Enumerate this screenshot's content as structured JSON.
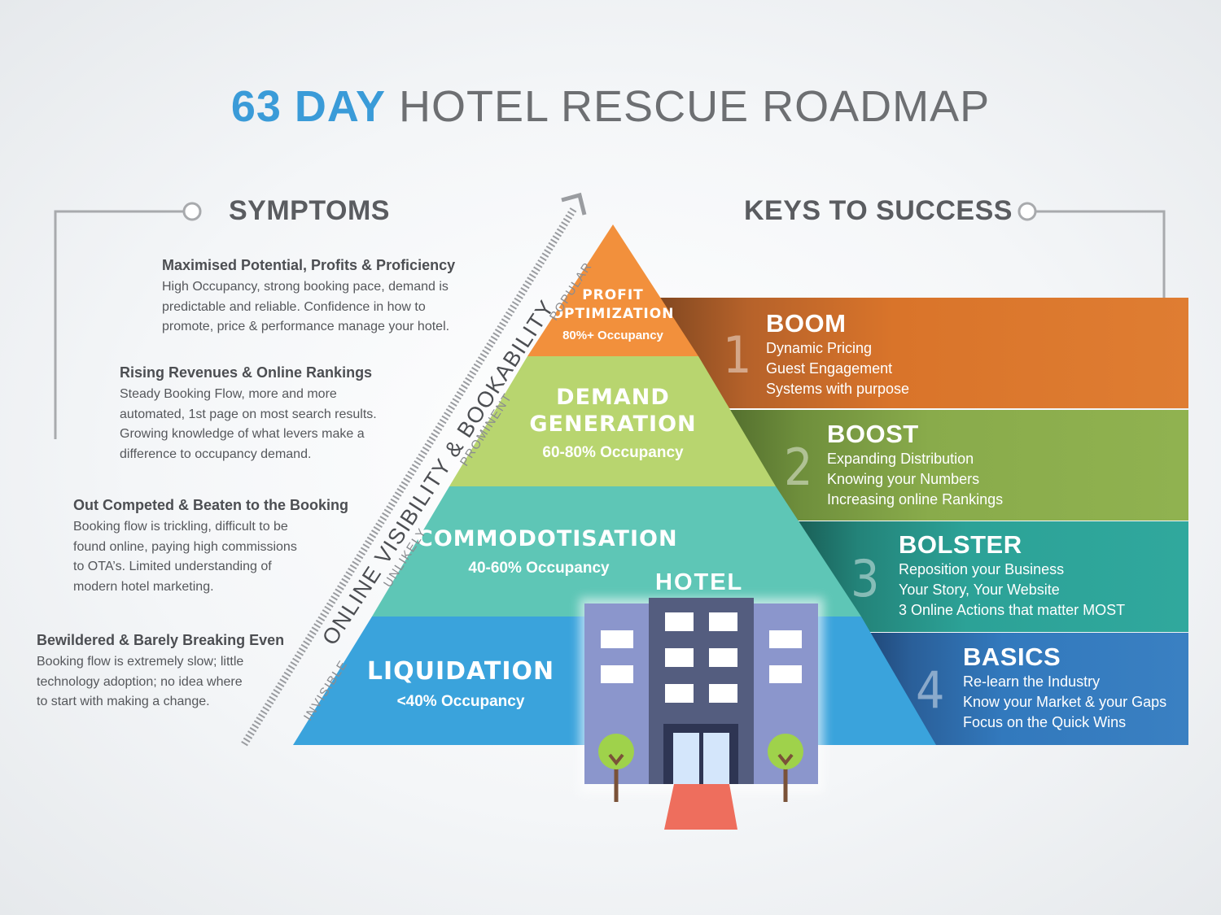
{
  "title": {
    "accent": "63 DAY",
    "rest": "HOTEL RESCUE ROADMAP"
  },
  "symptoms": {
    "heading": "SYMPTOMS",
    "items": [
      {
        "title": "Maximised Potential, Profits & Proficiency",
        "lines": [
          "High Occupancy, strong booking pace, demand is",
          "predictable and reliable. Confidence in how to",
          "promote, price & performance manage your hotel."
        ]
      },
      {
        "title": "Rising Revenues & Online Rankings",
        "lines": [
          "Steady Booking Flow, more and more",
          "automated, 1st page on most search results.",
          "Growing knowledge of what levers make a",
          "difference to occupancy demand."
        ]
      },
      {
        "title": "Out Competed & Beaten to the Booking",
        "lines": [
          "Booking flow is trickling, difficult to be",
          "found online, paying high commissions",
          "to OTA’s. Limited understanding of",
          "modern hotel marketing."
        ]
      },
      {
        "title": "Bewildered & Barely Breaking Even",
        "lines": [
          "Booking flow is extremely slow; little",
          "technology adoption; no idea where",
          "to start with making a change."
        ]
      }
    ]
  },
  "keys": {
    "heading": "KEYS TO SUCCESS",
    "items": [
      {
        "number": "1",
        "title": "BOOM",
        "lines": [
          "Dynamic Pricing",
          "Guest Engagement",
          "Systems with purpose"
        ],
        "color": "#d9742a"
      },
      {
        "number": "2",
        "title": "BOOST",
        "lines": [
          "Expanding Distribution",
          "Knowing your Numbers",
          "Increasing online Rankings"
        ],
        "color": "#8aac4c"
      },
      {
        "number": "3",
        "title": "BOLSTER",
        "lines": [
          "Reposition your Business",
          "Your Story, Your Website",
          "3 Online Actions that matter MOST"
        ],
        "color": "#2ea49a"
      },
      {
        "number": "4",
        "title": "BASICS",
        "lines": [
          "Re-learn the Industry",
          "Know your Market & your Gaps",
          "Focus on the Quick Wins"
        ],
        "color": "#3279bd"
      }
    ]
  },
  "pyramid": {
    "tiers": [
      {
        "label": [
          "PROFIT",
          "OPTIMIZATION"
        ],
        "occupancy": "80%+ Occupancy",
        "color": "#f2903c"
      },
      {
        "label": [
          "DEMAND",
          "GENERATION"
        ],
        "occupancy": "60-80% Occupancy",
        "color": "#b8d56f"
      },
      {
        "label": [
          "COMMODOTISATION"
        ],
        "occupancy": "40-60% Occupancy",
        "color": "#5ec6b6"
      },
      {
        "label": [
          "LIQUIDATION"
        ],
        "occupancy": "<40% Occupancy",
        "color": "#3aa3dc"
      }
    ],
    "axis_label": "ONLINE VISIBILITY & BOOKABILITY",
    "levels": [
      "POPULAR",
      "PROMINENT",
      "UNLIKELY",
      "INVISIBLE"
    ]
  },
  "hotel": {
    "sign": "HOTEL"
  }
}
